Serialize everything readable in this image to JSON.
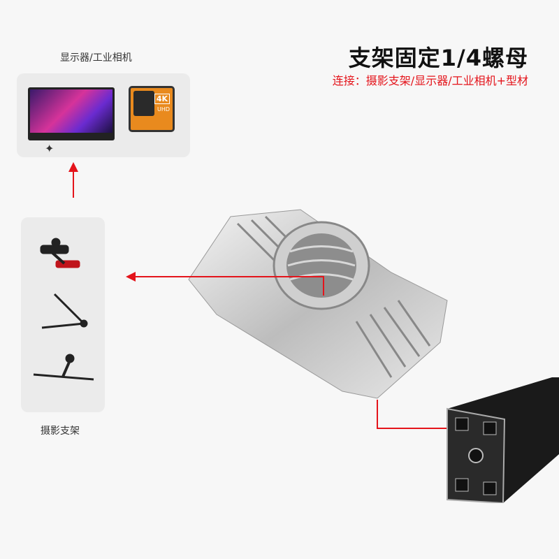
{
  "title": "支架固定1/4螺母",
  "subtitle": "连接：摄影支架/显示器/工业相机+型材",
  "top_panel": {
    "caption": "显示器/工业相机",
    "camera_badge": "4K",
    "camera_badge_sub": "UHD"
  },
  "left_panel": {
    "caption": "摄影支架"
  },
  "colors": {
    "accent": "#e4141b",
    "panel": "#ebebeb",
    "camera": "#e98a1e"
  }
}
